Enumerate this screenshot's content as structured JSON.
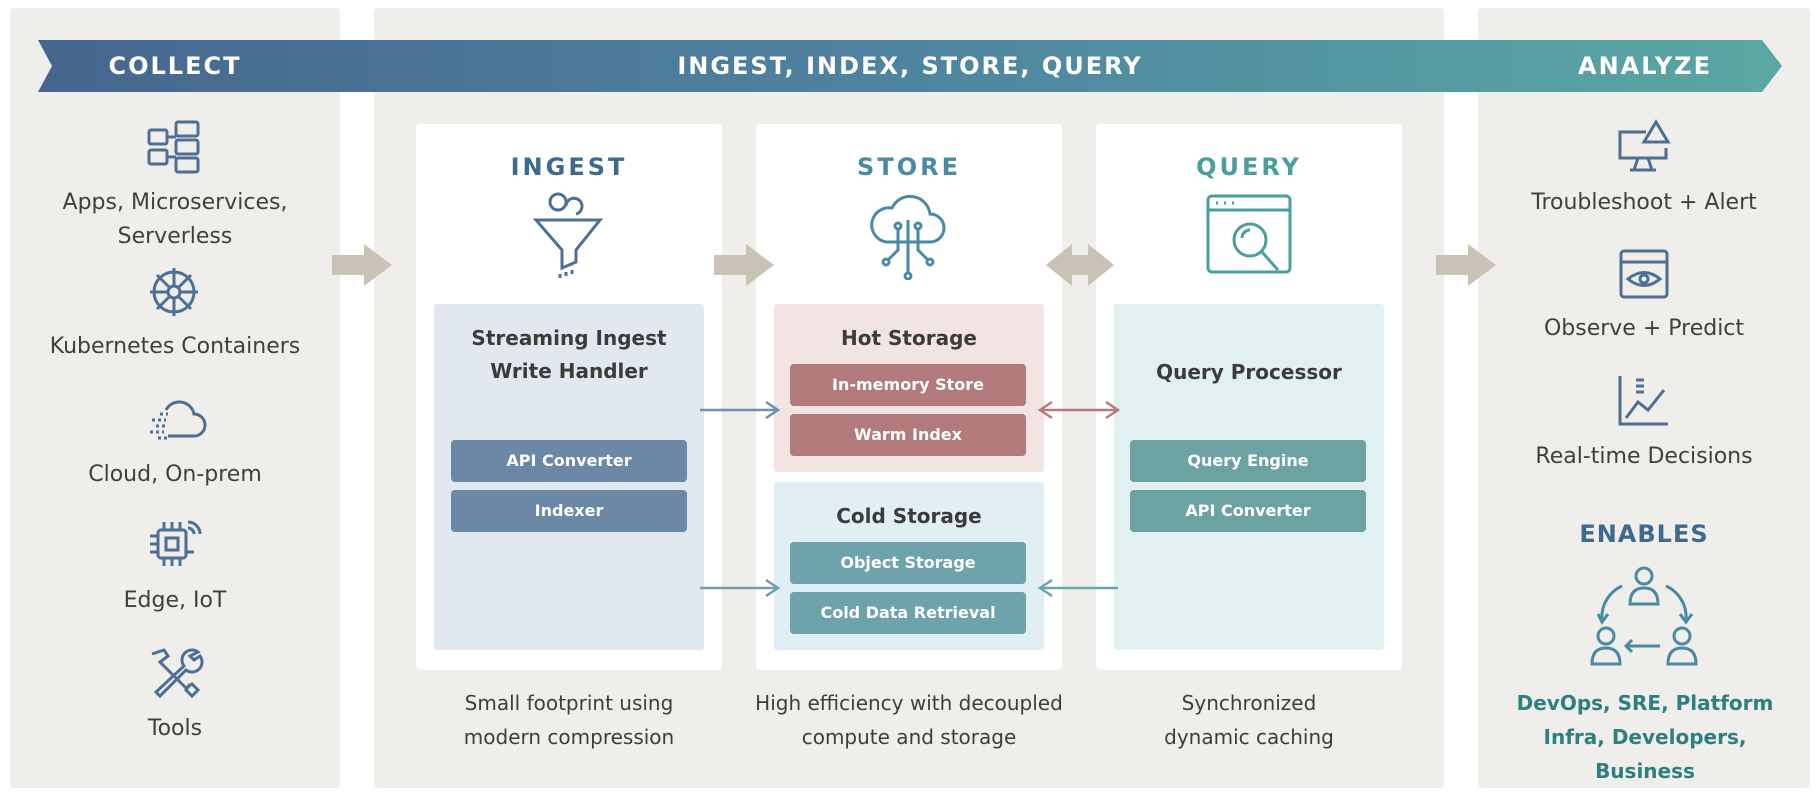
{
  "banner": {
    "collect": "COLLECT",
    "middle": "INGEST, INDEX, STORE, QUERY",
    "analyze": "ANALYZE"
  },
  "sources": [
    {
      "label": "Apps, Microservices, Serverless",
      "icon": "apps-microservices-icon"
    },
    {
      "label": "Kubernetes Containers",
      "icon": "kubernetes-icon"
    },
    {
      "label": "Cloud, On-prem",
      "icon": "cloud-icon"
    },
    {
      "label": "Edge, IoT",
      "icon": "chip-icon"
    },
    {
      "label": "Tools",
      "icon": "tools-icon"
    }
  ],
  "ingest": {
    "title": "INGEST",
    "box_title": "Streaming Ingest Write Handler",
    "items": [
      "API Converter",
      "Indexer"
    ],
    "caption": "Small footprint using modern compression",
    "color": "#3e6a8f"
  },
  "store": {
    "title": "STORE",
    "hot": {
      "title": "Hot Storage",
      "items": [
        "In-memory Store",
        "Warm Index"
      ]
    },
    "cold": {
      "title": "Cold Storage",
      "items": [
        "Object Storage",
        "Cold Data Retrieval"
      ]
    },
    "caption": "High efficiency with decoupled compute and storage",
    "color": "#4a8aa3"
  },
  "query": {
    "title": "QUERY",
    "box_title": "Query Processor",
    "items": [
      "Query Engine",
      "API Converter"
    ],
    "caption": "Synchronized dynamic caching",
    "color": "#4a9e9e"
  },
  "outputs": [
    {
      "label": "Troubleshoot + Alert",
      "icon": "monitor-alert-icon"
    },
    {
      "label": "Observe + Predict",
      "icon": "eye-icon"
    },
    {
      "label": "Real-time Decisions",
      "icon": "chart-icon"
    }
  ],
  "enables": {
    "title": "ENABLES",
    "text": "DevOps, SRE, Platform Infra, Developers, Business",
    "icon": "team-icon"
  }
}
